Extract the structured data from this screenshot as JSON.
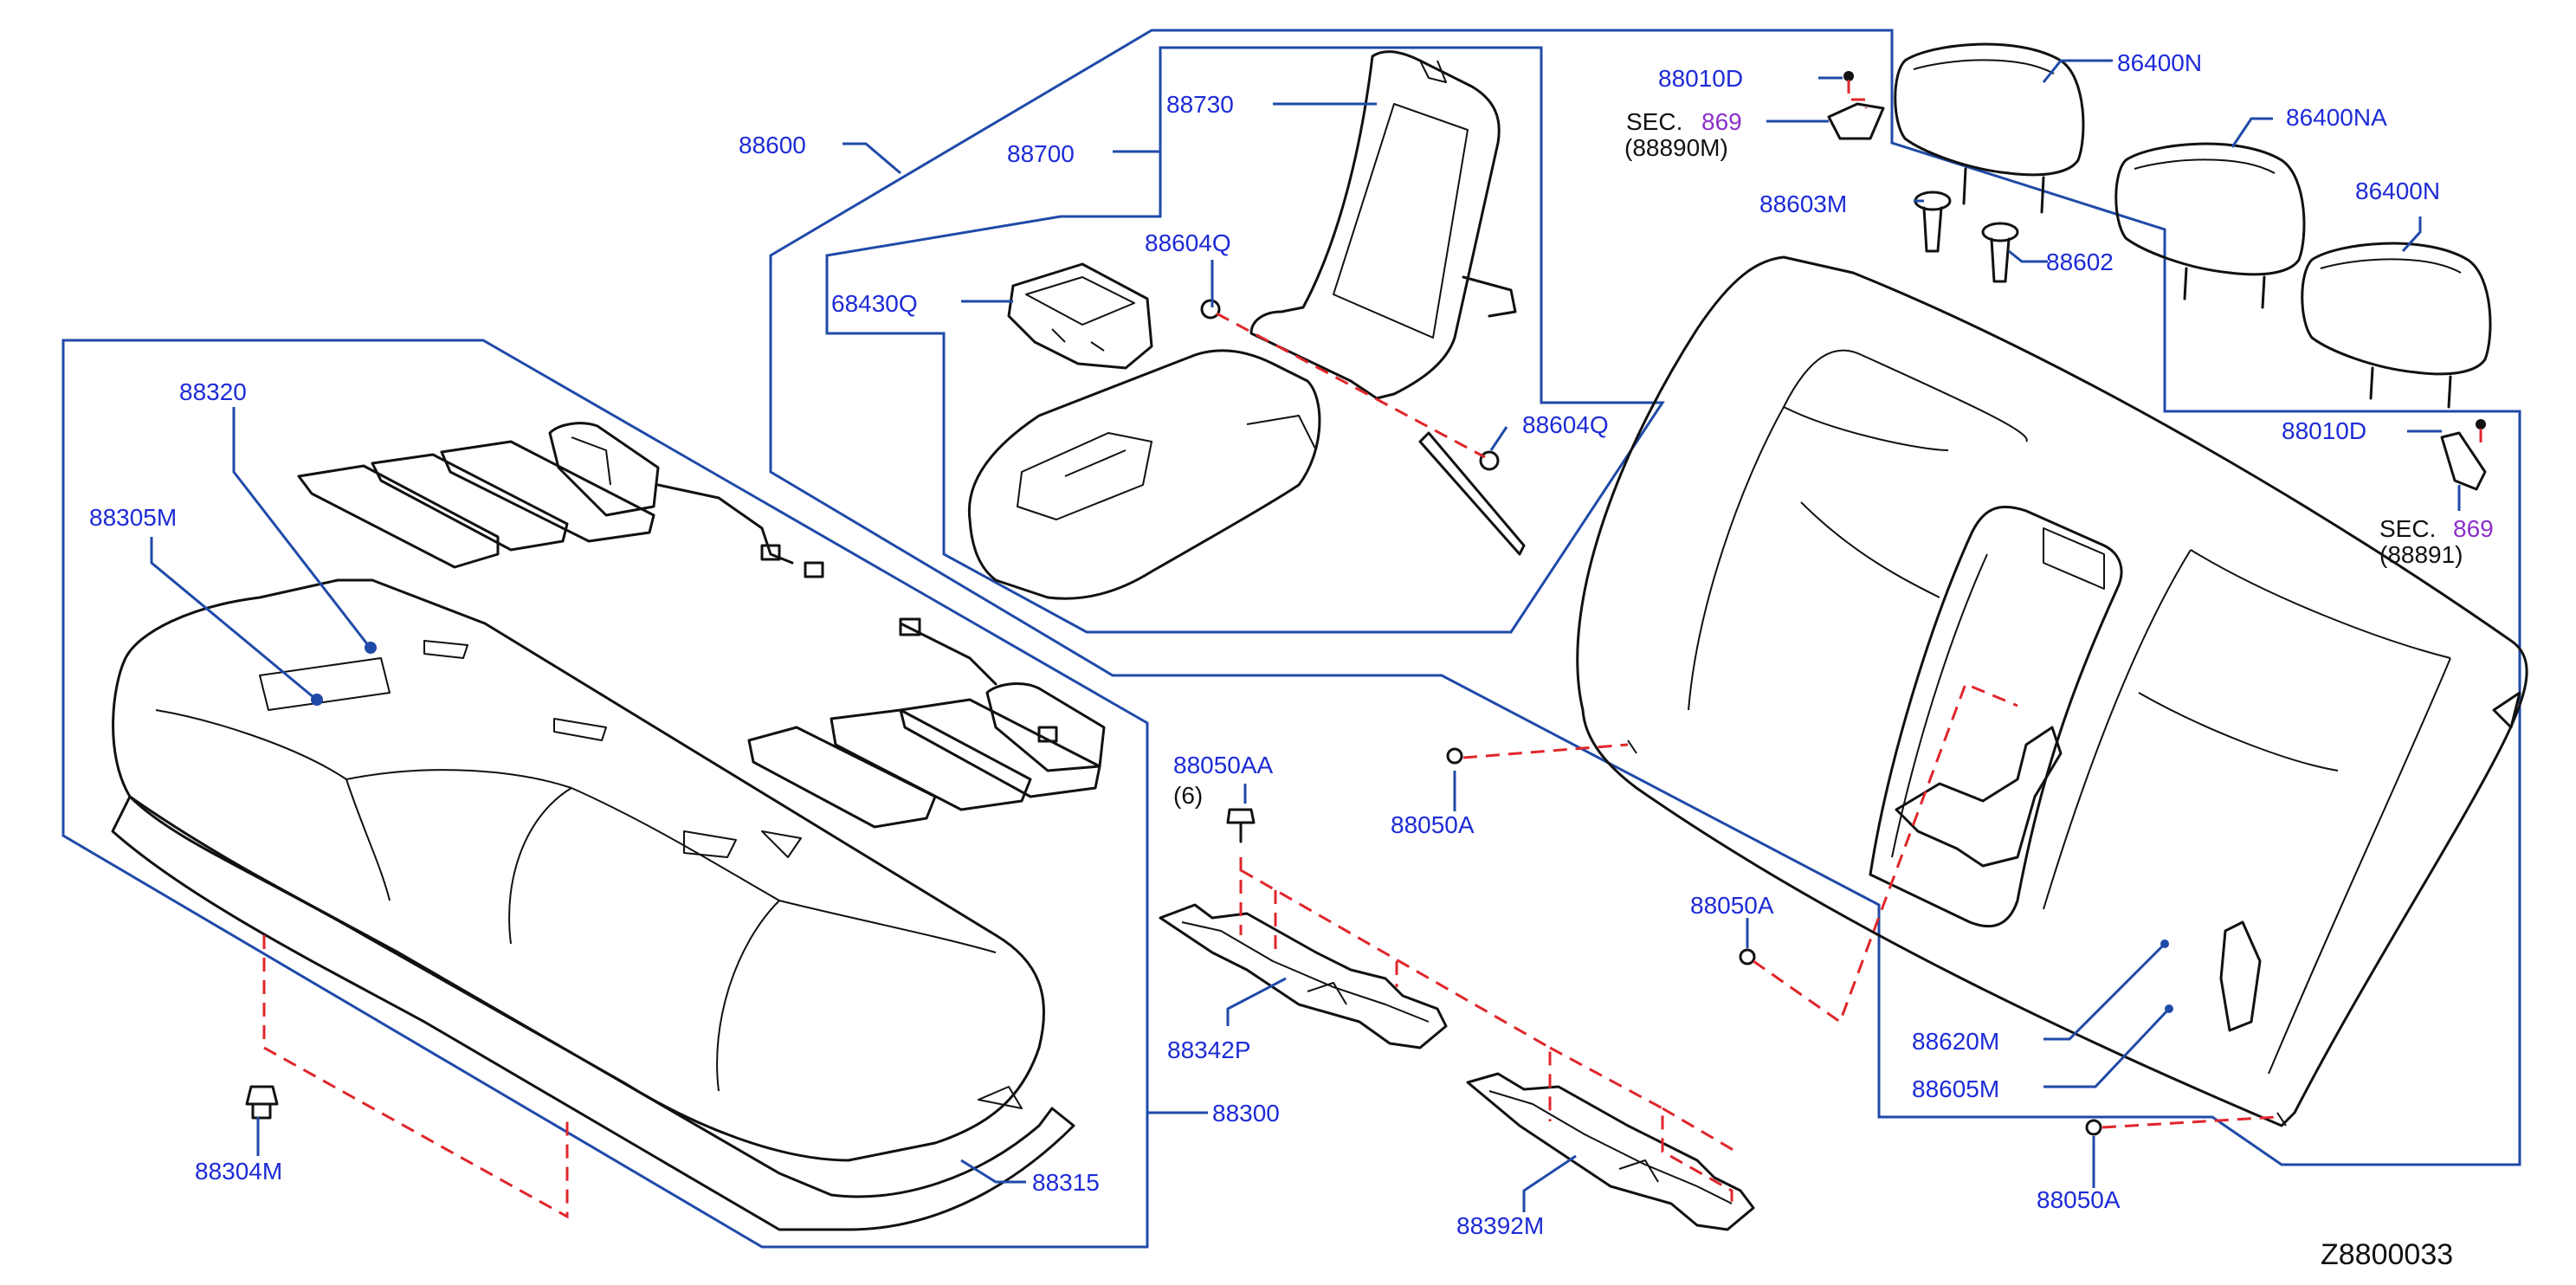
{
  "labels": {
    "p88600": "88600",
    "p88700": "88700",
    "p88730": "88730",
    "p88604Q_a": "88604Q",
    "p88604Q_b": "88604Q",
    "p68430Q": "68430Q",
    "p88010D_a": "88010D",
    "p88010D_b": "88010D",
    "sec_a": "SEC.",
    "sec_a_num": "869",
    "sec_a_ref": "(88890M)",
    "sec_b": "SEC.",
    "sec_b_num": "869",
    "sec_b_ref": "(88891)",
    "p86400N_a": "86400N",
    "p86400NA": "86400NA",
    "p86400N_b": "86400N",
    "p88603M": "88603M",
    "p88602": "88602",
    "p88320": "88320",
    "p88305M": "88305M",
    "p88050AA": "88050AA",
    "p88050AA_qty": "(6)",
    "p88050A_a": "88050A",
    "p88050A_b": "88050A",
    "p88050A_c": "88050A",
    "p88342P": "88342P",
    "p88300": "88300",
    "p88315": "88315",
    "p88304M": "88304M",
    "p88392M": "88392M",
    "p88620M": "88620M",
    "p88605M": "88605M",
    "diagram_ref": "Z8800033"
  },
  "colors": {
    "label_blue": "#1d2bd6",
    "box_blue": "#1f4aa8",
    "dash_red": "#e0262b",
    "section_purple": "#8b2fc9",
    "outline": "#111111"
  }
}
